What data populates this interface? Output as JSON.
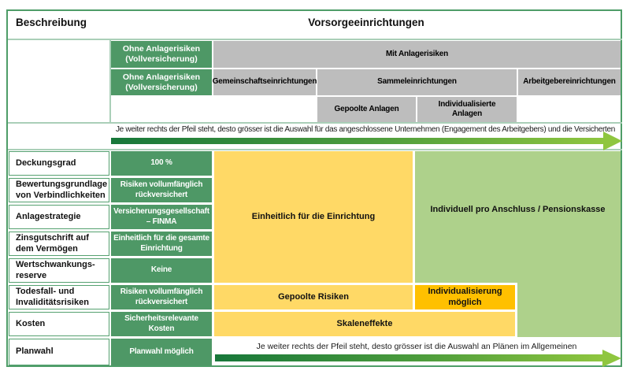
{
  "title": {
    "left": "Beschreibung",
    "right": "Vorsorgeeinrichtungen"
  },
  "classification": {
    "no_investment_risk_row1": "Ohne Anlagerisiken (Vollversicherung)",
    "no_investment_risk_row2": "Ohne Anlagerisiken (Vollversicherung)",
    "with_investment_risk": "Mit Anlagerisiken",
    "community_institutions": "Gemeinschaftseinrichtungen",
    "collective_institutions": "Sammeleinrichtungen",
    "employer_institutions": "Arbeitgebereinrichtungen",
    "pooled_investments": "Gepoolte Anlagen",
    "individualized_investments": "Individualisierte Anlagen"
  },
  "arrows": {
    "top": "Je weiter rechts der Pfeil steht, desto grösser ist die Auswahl für das angeschlossene Unternehmen (Engagement des Arbeitgebers) und die Versicherten",
    "bottom": "Je weiter rechts der Pfeil steht, desto grösser ist die Auswahl an Plänen im Allgemeinen"
  },
  "rows": [
    {
      "label": "Deckungsgrad",
      "value": "100 %"
    },
    {
      "label": "Bewertungsgrundlage von Verbindlichkeiten",
      "value": "Risiken vollumfänglich rückversichert"
    },
    {
      "label": "Anlagestrategie",
      "value": "Versicherungsgesellschaft – FINMA"
    },
    {
      "label": "Zinsgutschrift auf dem Vermögen",
      "value": "Einheitlich für die gesamte Einrichtung"
    },
    {
      "label": "Wertschwankungs-reserve",
      "value": "Keine"
    },
    {
      "label": "Todesfall- und Invaliditätsrisiken",
      "value": "Risiken vollumfänglich rückversichert"
    },
    {
      "label": "Kosten",
      "value": "Sicherheitsrelevante Kosten"
    },
    {
      "label": "Planwahl",
      "value": "Planwahl möglich"
    }
  ],
  "blocks": {
    "uniform_for_institution": "Einheitlich für die Einrichtung",
    "individual_per_affiliation": "Individuell pro Anschluss / Pensionskasse",
    "pooled_risks": "Gepoolte Risiken",
    "individualization_possible": "Individualisierung möglich",
    "economies_of_scale": "Skaleneffekte"
  },
  "colors": {
    "dark_green_cell": "#4E9866",
    "gray_box": "#BDBDBD",
    "yellow_block": "#FFD966",
    "orange_block": "#FFC000",
    "light_green_block": "#AED18B",
    "outer_border": "#4E9D68",
    "divider_line": "#AACFB8",
    "arrow_gradient_start": "#17773A",
    "arrow_gradient_end": "#8FC63F"
  }
}
